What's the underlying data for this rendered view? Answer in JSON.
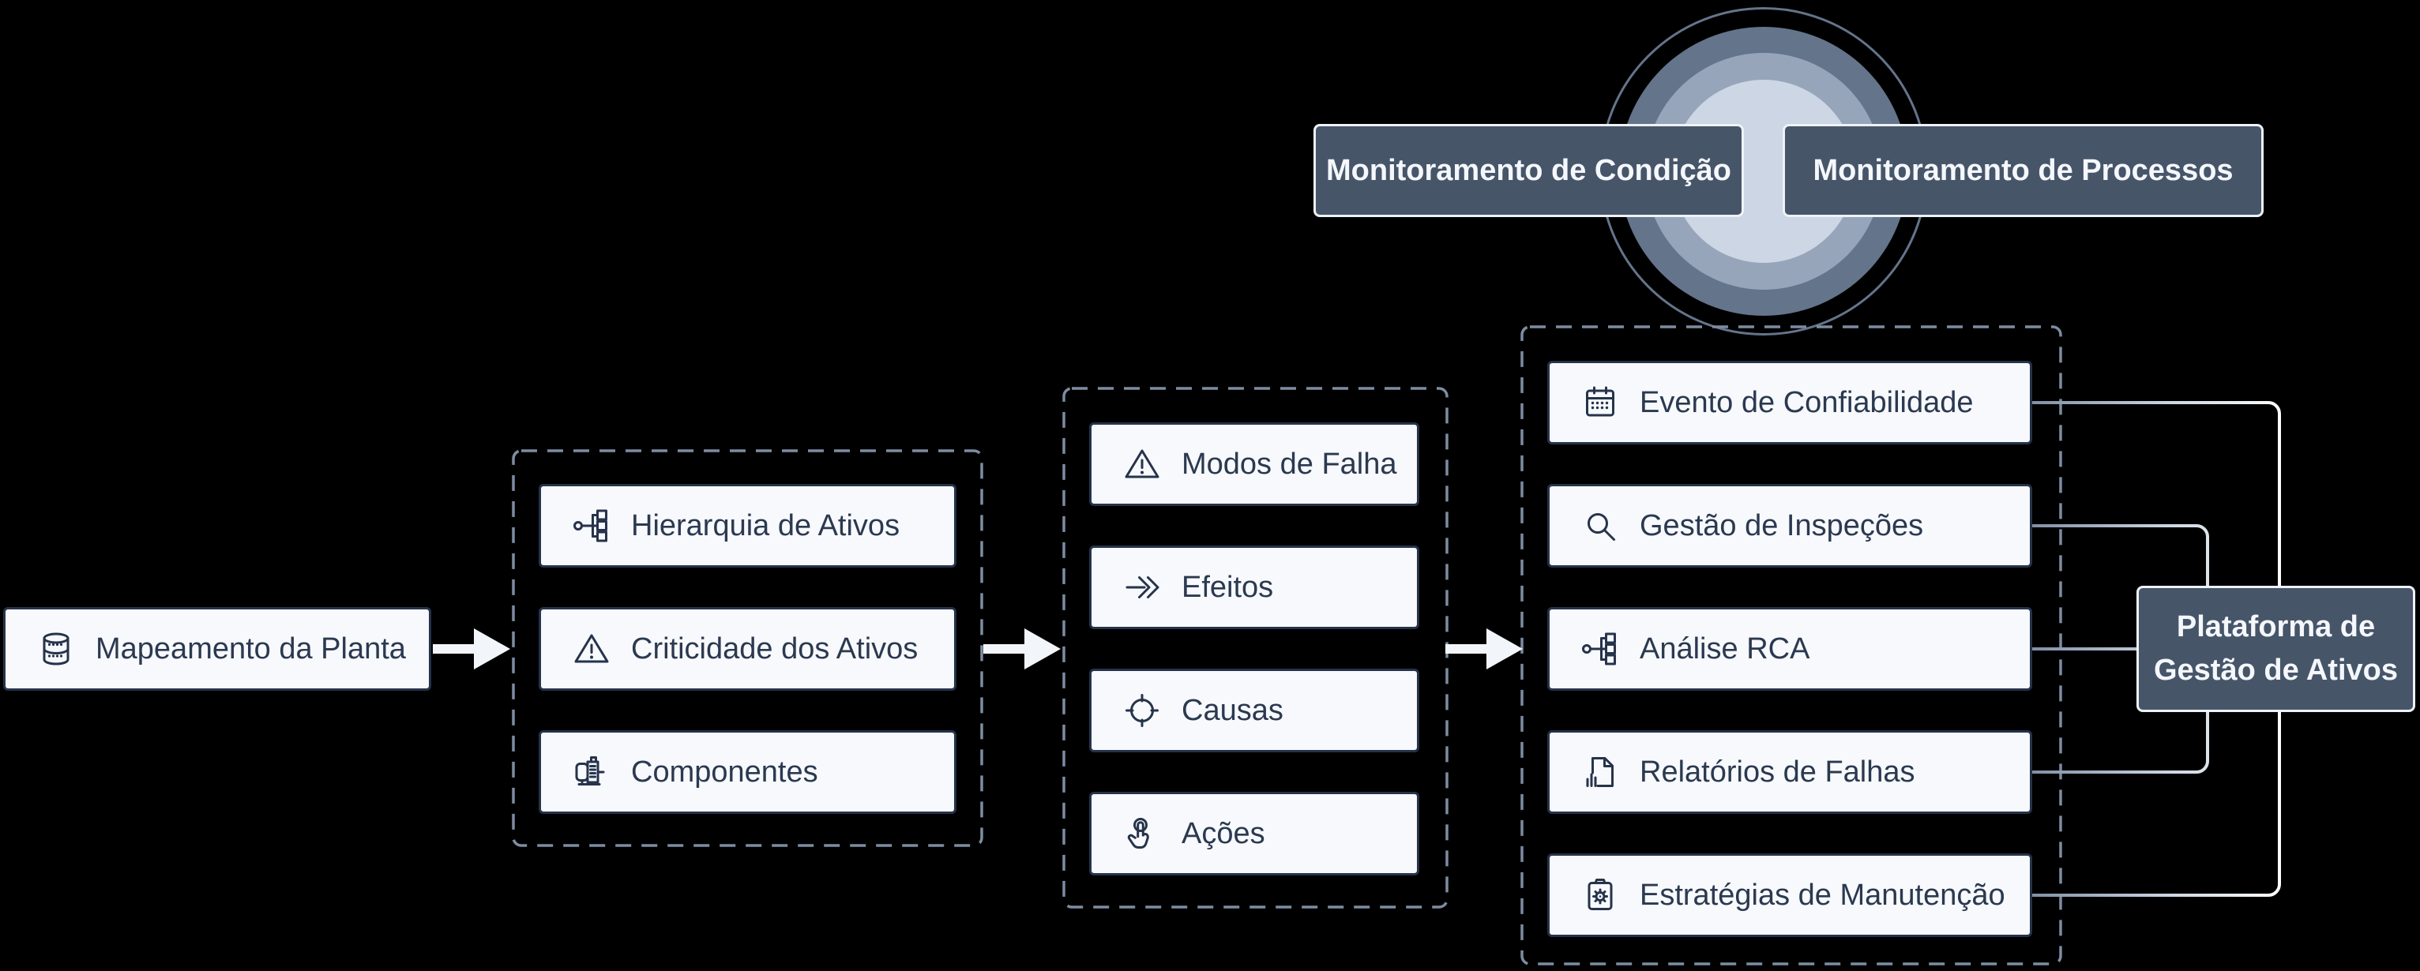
{
  "monitoring": [
    {
      "label": "Monitoramento de Condição"
    },
    {
      "label": "Monitoramento de Processos"
    }
  ],
  "start": {
    "label": "Mapeamento da Planta",
    "icon": "database-icon"
  },
  "groups": [
    {
      "name": "asset-mapping-group",
      "items": [
        {
          "label": "Hierarquia de Ativos",
          "icon": "hierarchy-icon"
        },
        {
          "label": "Criticidade dos Ativos",
          "icon": "warning-triangle-icon"
        },
        {
          "label": "Componentes",
          "icon": "motor-icon"
        }
      ]
    },
    {
      "name": "fmea-group",
      "items": [
        {
          "label": "Modos de Falha",
          "icon": "warning-triangle-icon"
        },
        {
          "label": "Efeitos",
          "icon": "double-arrow-icon"
        },
        {
          "label": "Causas",
          "icon": "crosshair-icon"
        },
        {
          "label": "Ações",
          "icon": "tap-hand-icon"
        }
      ]
    },
    {
      "name": "reliability-group",
      "items": [
        {
          "label": "Evento de Confiabilidade",
          "icon": "calendar-icon"
        },
        {
          "label": "Gestão de Inspeções",
          "icon": "search-icon"
        },
        {
          "label": "Análise RCA",
          "icon": "hierarchy-icon"
        },
        {
          "label": "Relatórios de Falhas",
          "icon": "file-chart-icon"
        },
        {
          "label": "Estratégias de Manutenção",
          "icon": "clipboard-gear-icon"
        }
      ]
    }
  ],
  "platform": {
    "line1": "Plataforma de",
    "line2": "Gestão de Ativos"
  },
  "colors": {
    "background": "#000000",
    "dark_box_fill": "#475569",
    "dark_box_border": "#eef2f7",
    "light_box_fill": "#f7f9fc",
    "light_box_border": "#25324a",
    "text_dark": "#2b3950",
    "text_light": "#f4f7fb",
    "dashed_border": "#7e8ca2",
    "ring_outer": "#64748b",
    "ring_middle": "#97a5ba",
    "ring_inner": "#ccd6e4",
    "arrow_fill": "#f2f5fa",
    "connector_gray": "#7b8aa0",
    "connector_white": "#ffffff"
  }
}
